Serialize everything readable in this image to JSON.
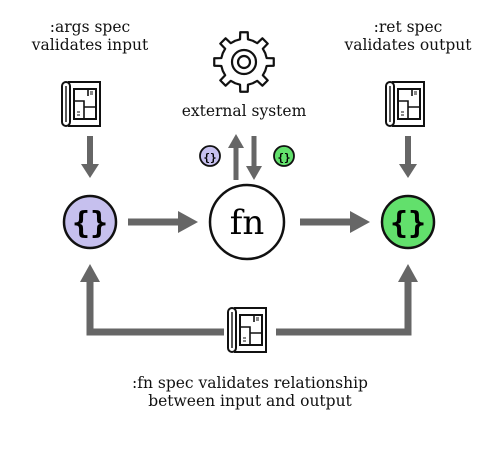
{
  "args_spec": {
    "line1": ":args spec",
    "line2": "validates input"
  },
  "ret_spec": {
    "line1": ":ret spec",
    "line2": "validates output"
  },
  "external": {
    "label": "external system"
  },
  "fn_node": {
    "label": "fn"
  },
  "fn_spec": {
    "line1": ":fn spec validates relationship",
    "line2": "between input and output"
  },
  "braces": {
    "text": "{}"
  },
  "colors": {
    "input_fill": "#c6c0ee",
    "output_fill": "#62e06c",
    "arrow": "#666666",
    "stroke": "#111111"
  },
  "icons": {
    "spec": "blueprint-scroll-icon",
    "system": "gear-icon"
  }
}
